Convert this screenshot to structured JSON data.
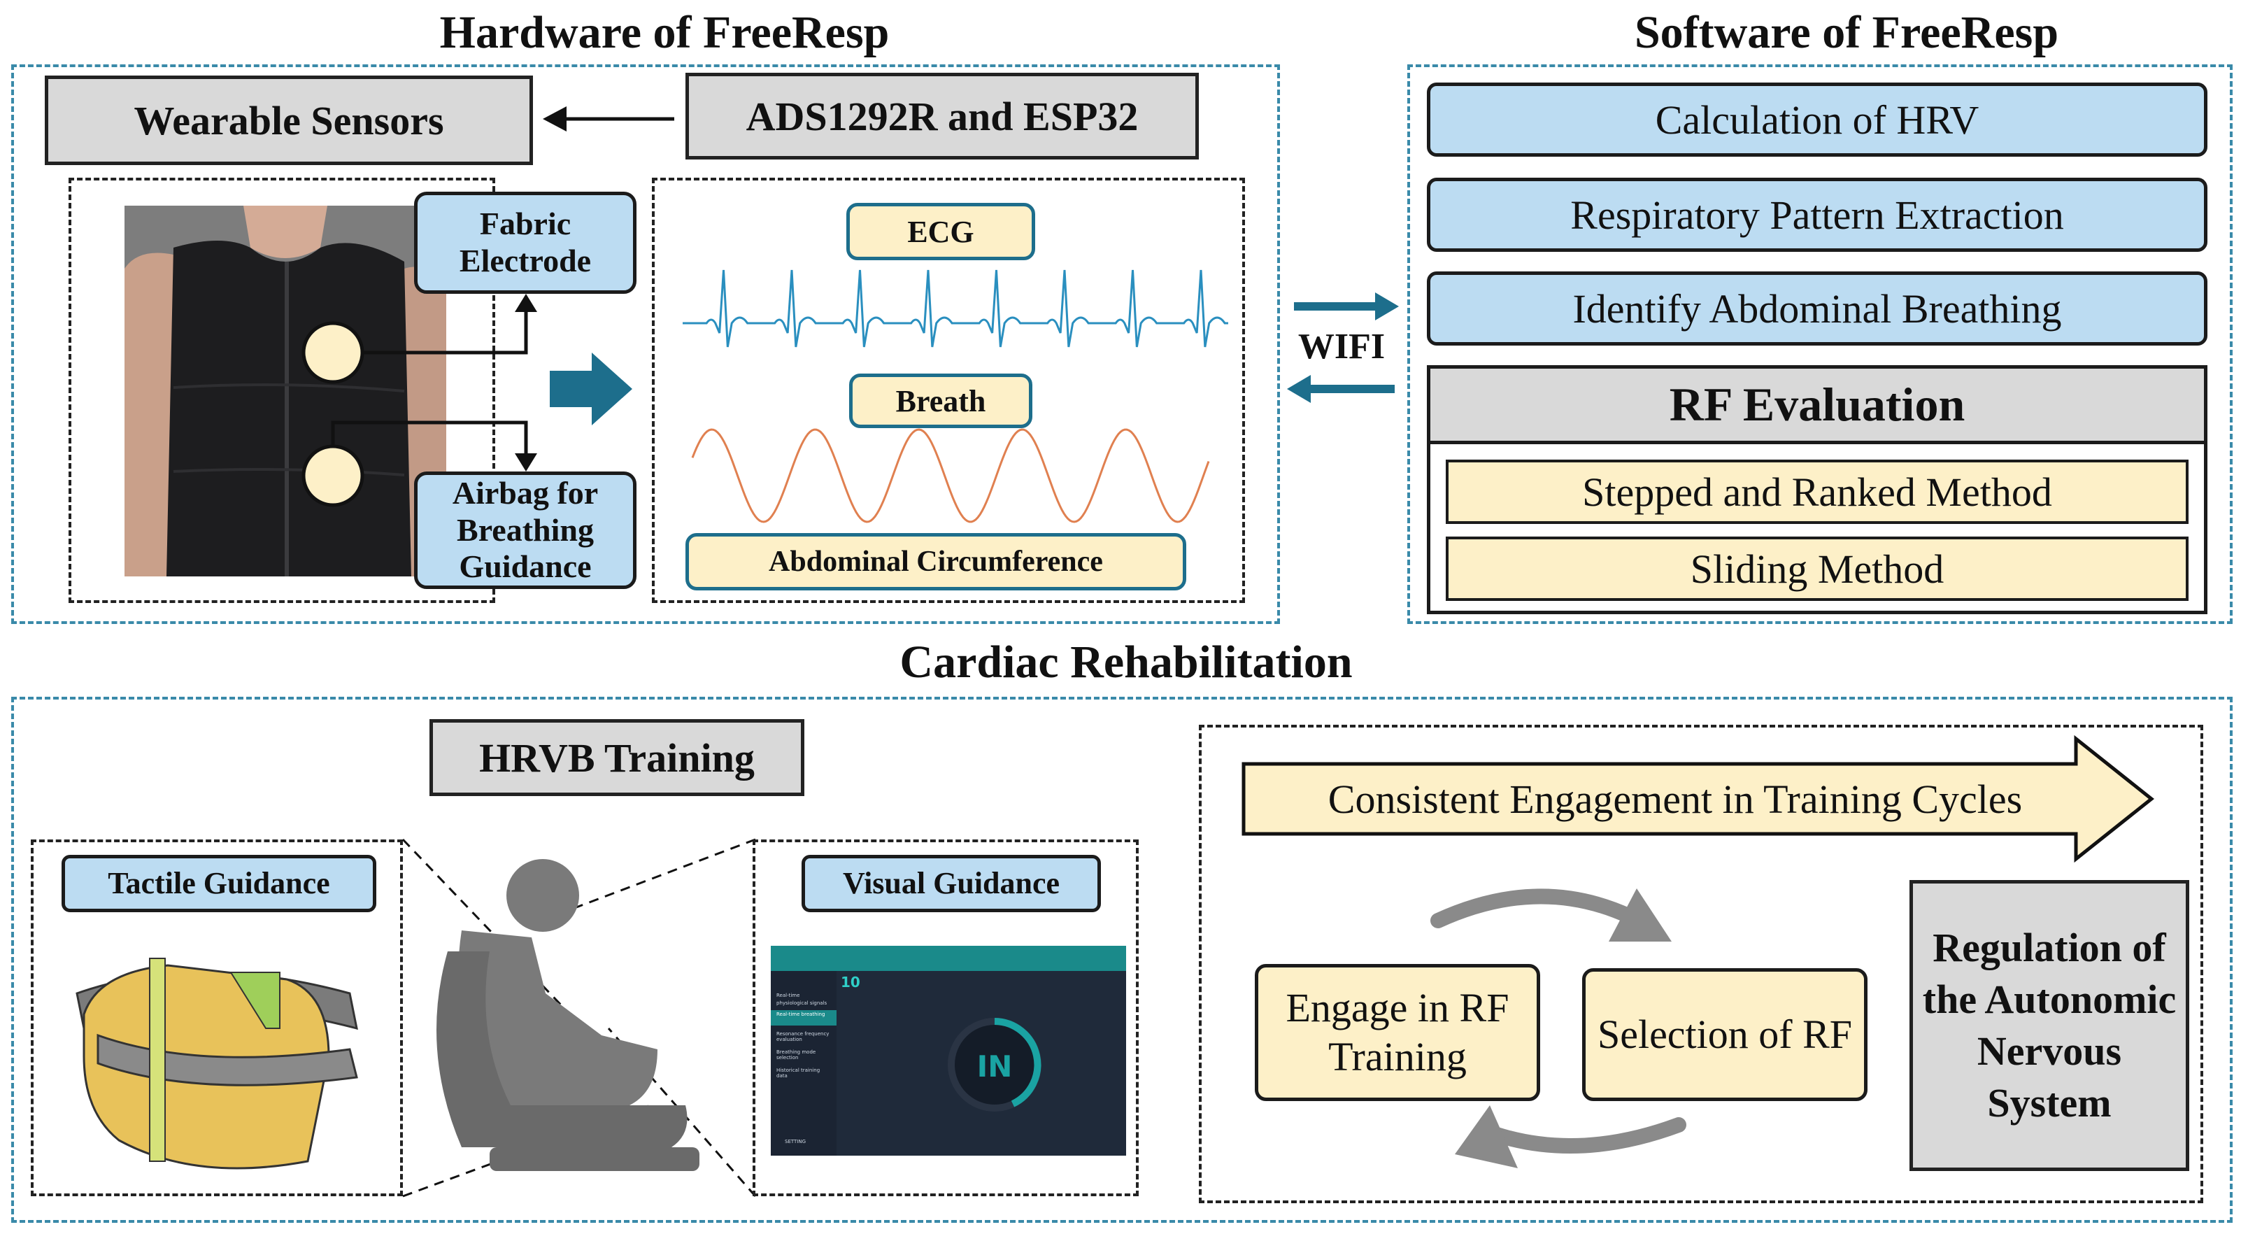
{
  "hardware": {
    "title": "Hardware of FreeResp",
    "wearable_sensors": "Wearable Sensors",
    "chip": "ADS1292R and ESP32",
    "fabric_electrode": "Fabric Electrode",
    "airbag": "Airbag for Breathing Guidance",
    "ecg": "ECG",
    "breath": "Breath",
    "abdominal": "Abdominal Circumference"
  },
  "link": {
    "wifi": "WIFI"
  },
  "software": {
    "title": "Software of FreeResp",
    "items": [
      "Calculation of HRV",
      "Respiratory Pattern Extraction",
      "Identify Abdominal Breathing"
    ],
    "rf_title": "RF Evaluation",
    "rf_methods": [
      "Stepped and Ranked Method",
      "Sliding Method"
    ]
  },
  "cardiac": {
    "title": "Cardiac Rehabilitation",
    "hrvb": "HRVB Training",
    "tactile": "Tactile Guidance",
    "visual": "Visual Guidance",
    "app": {
      "number": "10",
      "in": "IN",
      "menu": [
        "Real-time physiological signals",
        "Real-time breathing",
        "Resonance frequency evaluation",
        "Breathing mode selection",
        "Historical training data"
      ],
      "setting": "SETTING"
    },
    "consistent": "Consistent Engagement in Training Cycles",
    "engage": "Engage in RF Training",
    "selection": "Selection of RF",
    "regulation": "Regulation of the Autonomic Nervous System"
  },
  "colors": {
    "teal_dash": "#3a8aa9",
    "light_blue": "#bcdcf2",
    "cream": "#fdf0c8",
    "gray": "#d9d9d9",
    "ecg_line": "#2a8fbf",
    "breath_line": "#e08050",
    "arrow_blue": "#1d6e8c"
  }
}
